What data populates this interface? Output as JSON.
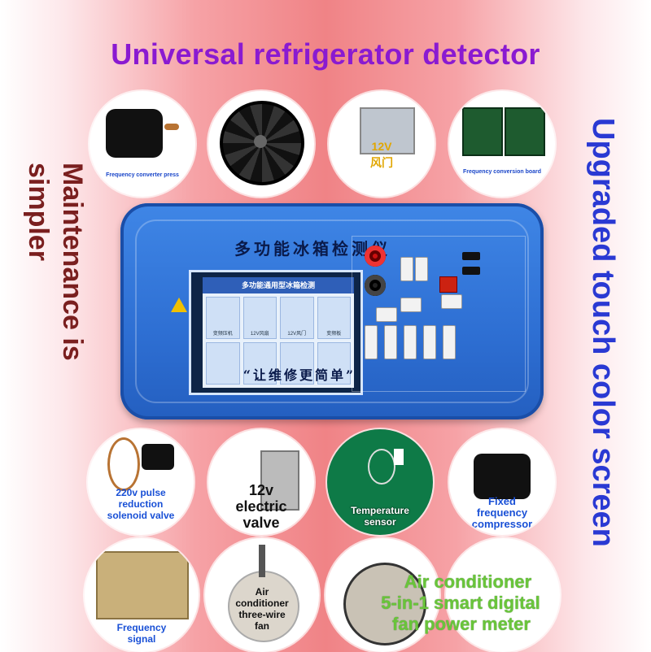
{
  "title": "Universal refrigerator detector",
  "left_vertical_lines": [
    "Maintenance is",
    "simpler"
  ],
  "right_vertical_text": "Upgraded touch color screen",
  "colors": {
    "title": "#8a1ad1",
    "left_text": "#7a1f1f",
    "right_text": "#2a39d3",
    "device": "#2e6fd3"
  },
  "top_circles": [
    {
      "label": "Frequency converter press",
      "icon": "compressor-icon"
    },
    {
      "label": "",
      "icon": "fan-icon"
    },
    {
      "label_top": "12V",
      "label_bottom": "风门",
      "icon": "damper-icon"
    },
    {
      "label": "Frequency conversion board",
      "icon": "circuit-board-icon"
    }
  ],
  "middle_circles": [
    {
      "lines": [
        "220v pulse",
        "reduction",
        "solenoid valve"
      ],
      "icon": "solenoid-valve-icon"
    },
    {
      "lines": [
        "12v",
        "electric",
        "valve"
      ],
      "icon": "electric-valve-icon"
    },
    {
      "lines": [
        "Temperature",
        "sensor"
      ],
      "icon": "temperature-sensor-icon"
    },
    {
      "lines": [
        "Fixed",
        "frequency",
        "compressor"
      ],
      "icon": "compressor-icon"
    }
  ],
  "bottom_circles": [
    {
      "lines": [
        "Frequency",
        "signal"
      ],
      "icon": "pcb-icon"
    },
    {
      "lines": [
        "Air",
        "conditioner",
        "three-wire",
        "fan"
      ],
      "icon": "fan-motor-icon"
    },
    {
      "lines": [
        "Air conditioner",
        "5-in-1 smart digital",
        "fan power meter"
      ],
      "icon": "motor-icon"
    }
  ],
  "device": {
    "title": "多功能冰箱检测仪",
    "screen_title": "多功能通用型冰箱检测",
    "tiles": [
      "变频压机",
      "12V风扇",
      "12V风门",
      "变频板",
      "",
      "",
      "",
      ""
    ],
    "tagline": "“让维修更简单”"
  }
}
